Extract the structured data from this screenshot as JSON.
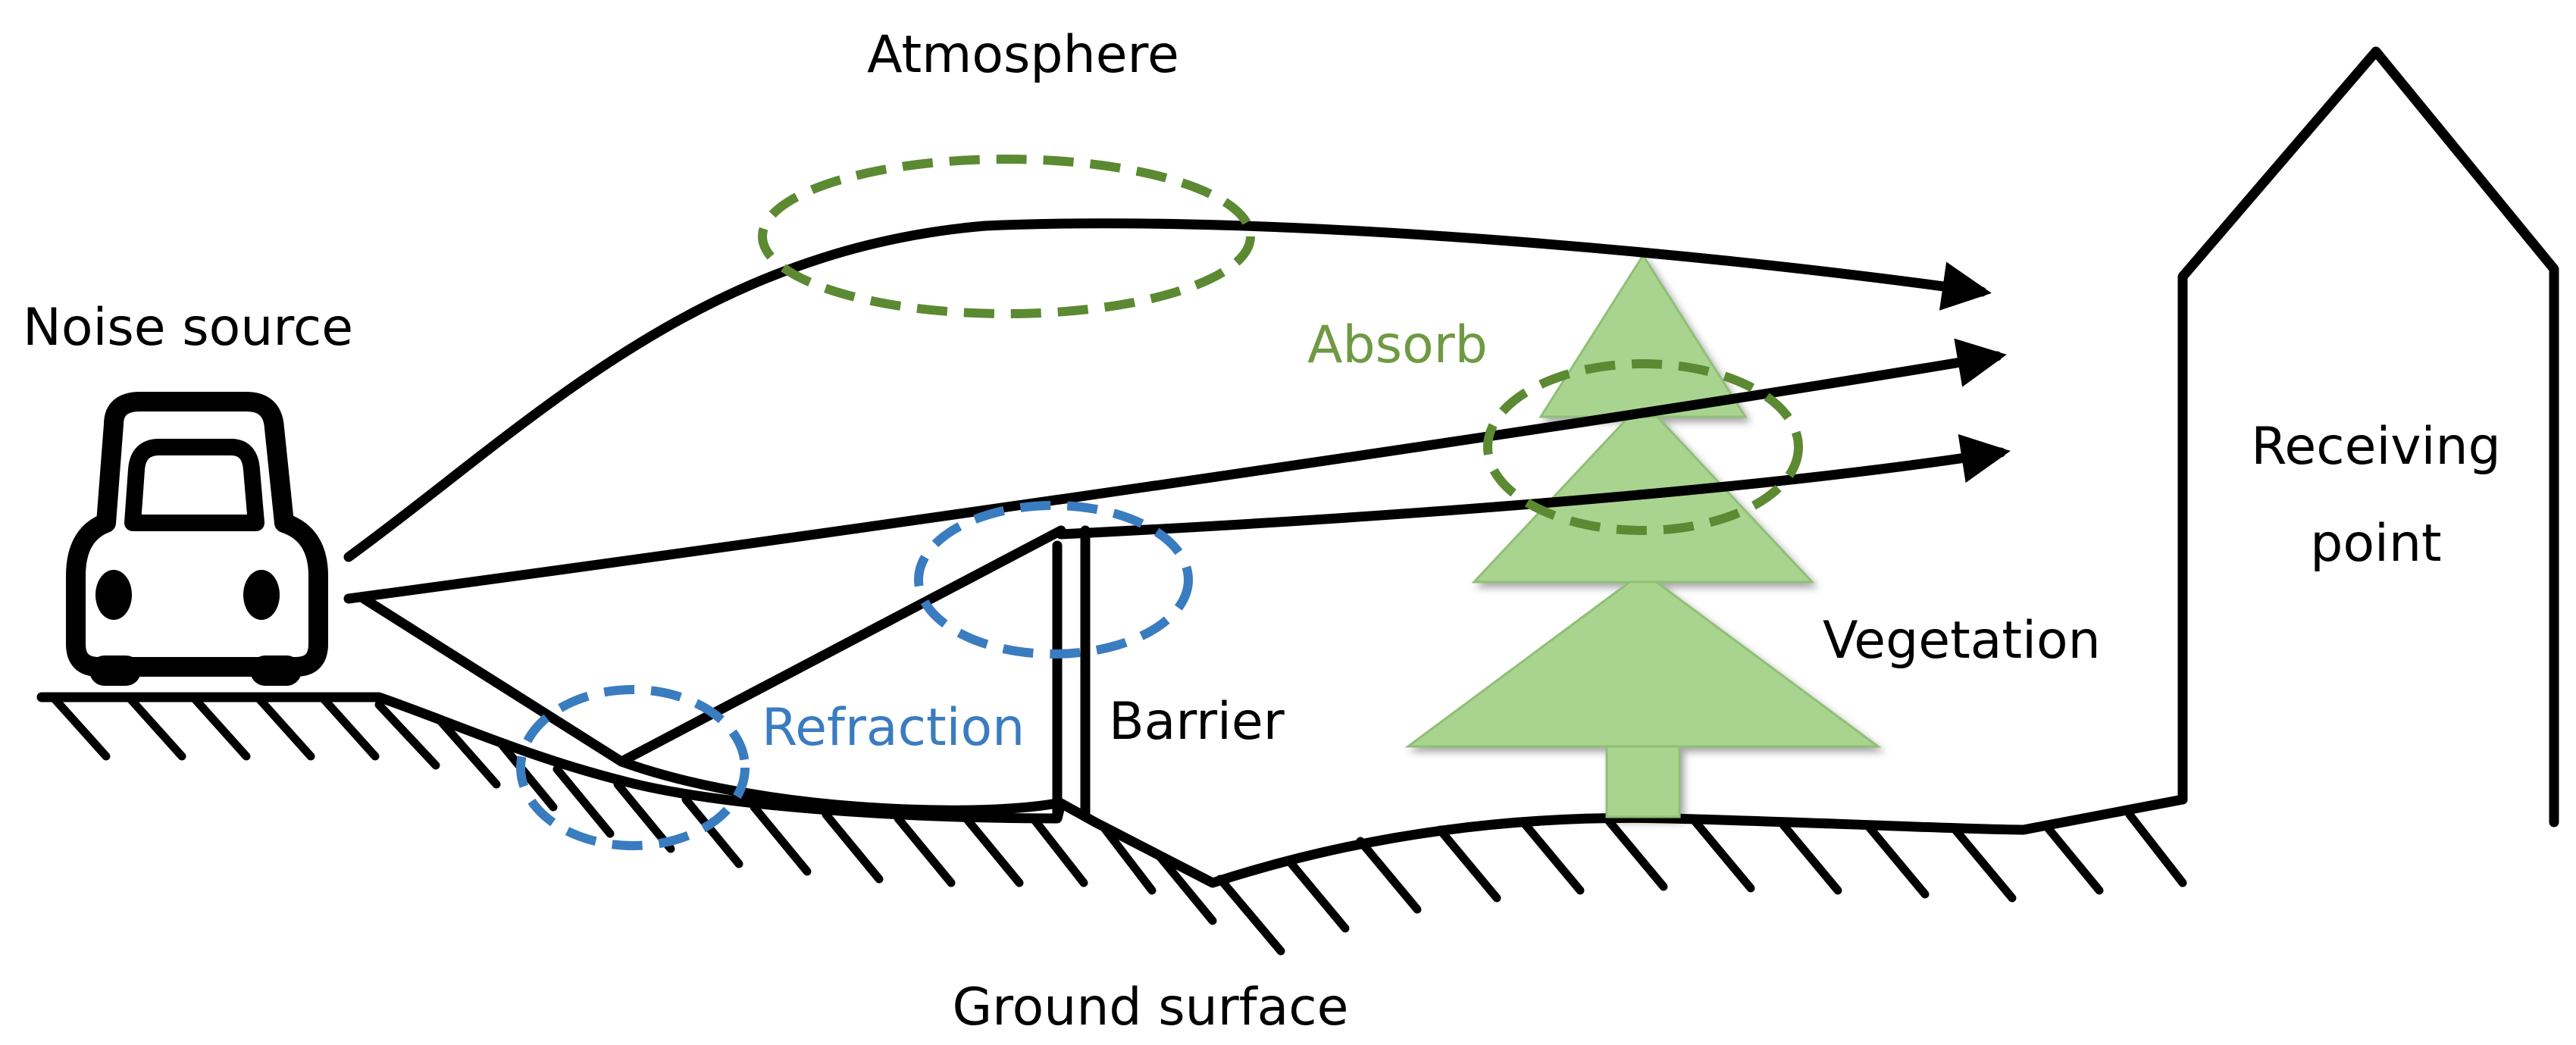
{
  "labels": {
    "atmosphere": "Atmosphere",
    "noise_source": "Noise source",
    "absorb": "Absorb",
    "receiving_point": [
      "Receiving",
      "point"
    ],
    "vegetation": "Vegetation",
    "refraction": "Refraction",
    "barrier": "Barrier",
    "ground_surface": "Ground surface"
  },
  "colors": {
    "text": "#000000",
    "lines": "#000000",
    "absorb_text": "#6f9a43",
    "absorb_ellipse": "#5b8a32",
    "refraction": "#3a7cc0",
    "tree_fill": "#a9d48f",
    "tree_stroke": "#8fbf76"
  },
  "icons": {
    "noise_source": "car-icon",
    "receiving_point": "house-outline",
    "vegetation": "pine-tree"
  }
}
